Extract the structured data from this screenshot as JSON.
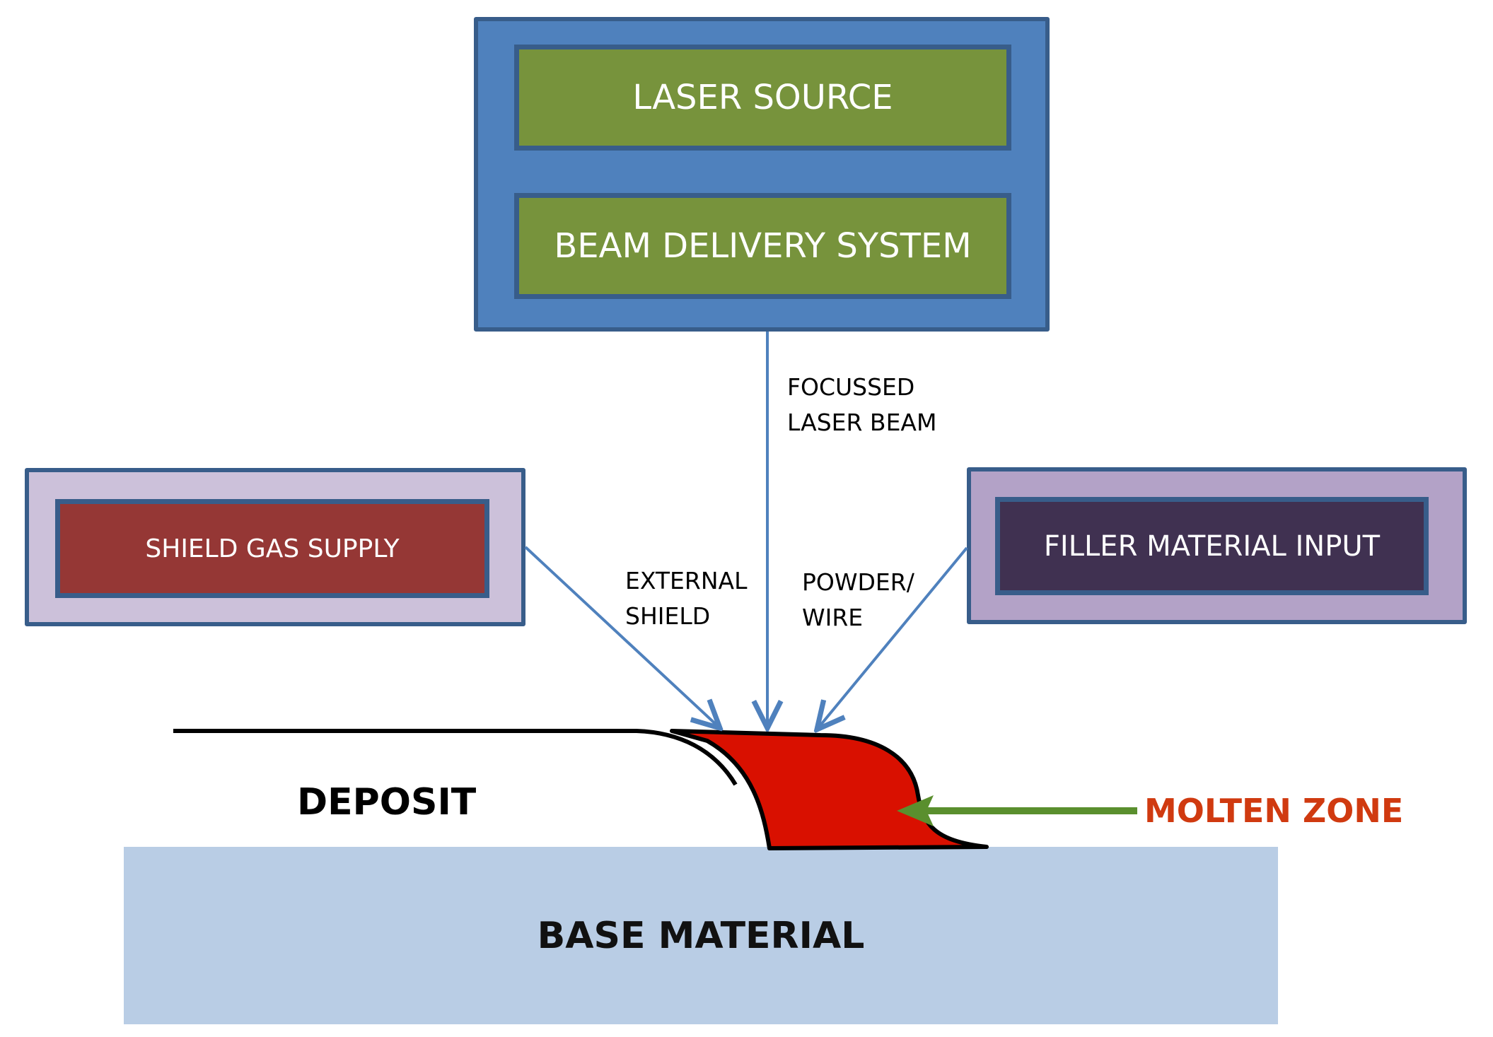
{
  "title": "Laser deposition process schematic",
  "colors": {
    "outer_blue": "#4f81bd",
    "border_dark": "#385d8a",
    "green": "#77933c",
    "shield_outer": "#ccc1da",
    "shield_inner": "#953735",
    "filler_outer": "#b3a2c7",
    "filler_inner": "#403151",
    "arrow_blue": "#4f81bd",
    "molten": "#d91000",
    "base": "#b9cde5",
    "green_arrow": "#5a8f2e",
    "molten_label": "#d03a10"
  },
  "blocks": {
    "laser_source": "LASER SOURCE",
    "beam_delivery": "BEAM DELIVERY SYSTEM",
    "shield_gas": "SHIELD GAS SUPPLY",
    "filler": "FILLER MATERIAL INPUT"
  },
  "labels": {
    "focussed_line1": "FOCUSSED",
    "focussed_line2": "LASER BEAM",
    "external_line1": "EXTERNAL",
    "external_line2": "SHIELD",
    "powder_line1": "POWDER/",
    "powder_line2": "WIRE",
    "deposit": "DEPOSIT",
    "molten_zone": "MOLTEN ZONE",
    "base_material": "BASE MATERIAL"
  }
}
